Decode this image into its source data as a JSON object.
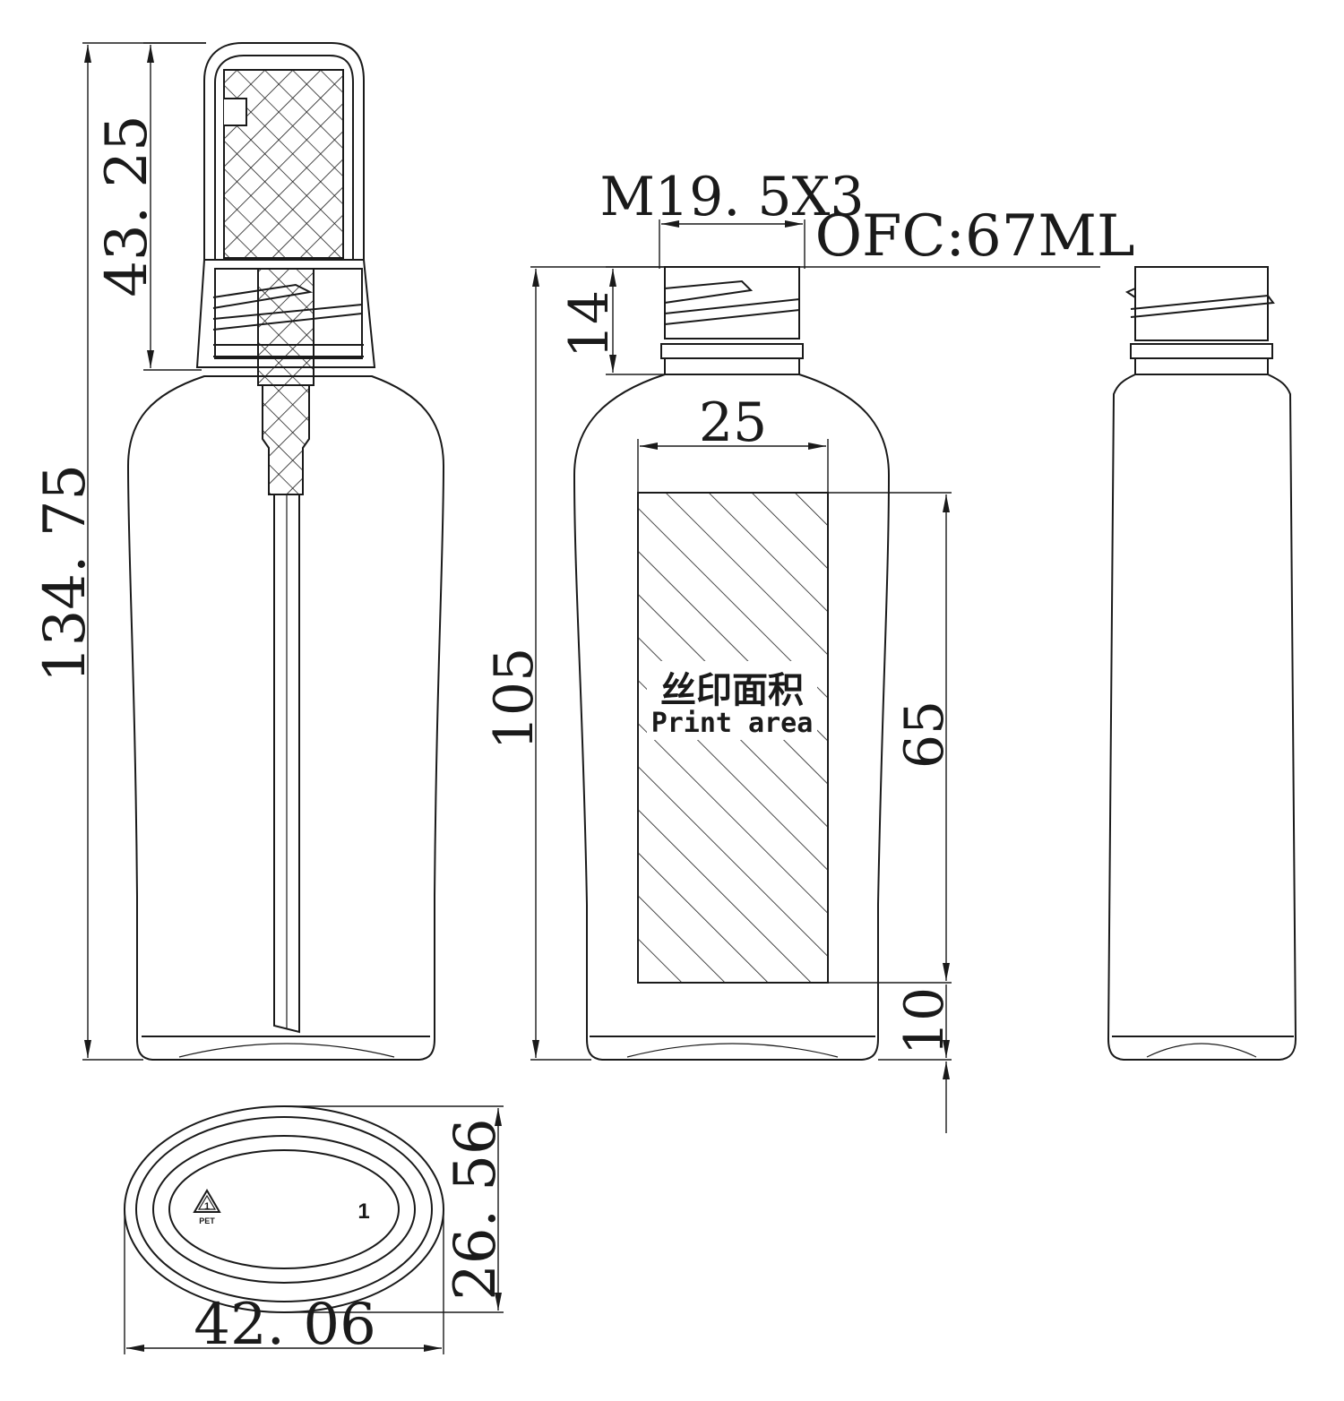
{
  "dimensions": {
    "overall_height": "134. 75",
    "cap_height": "43. 25",
    "thread_spec": "M19. 5X3",
    "capacity": "OFC:67ML",
    "neck_height": "14",
    "print_width": "25",
    "body_height": "105",
    "print_height": "65",
    "print_bottom_offset": "10",
    "base_depth": "26. 56",
    "base_width": "42. 06"
  },
  "print_area": {
    "label_cn": "丝印面积",
    "label_en": "Print area"
  },
  "base_embossing": {
    "recycle_code": "1",
    "material": "PET"
  },
  "icons": [
    "recycling-triangle-icon",
    "dimension-arrow-icon"
  ]
}
